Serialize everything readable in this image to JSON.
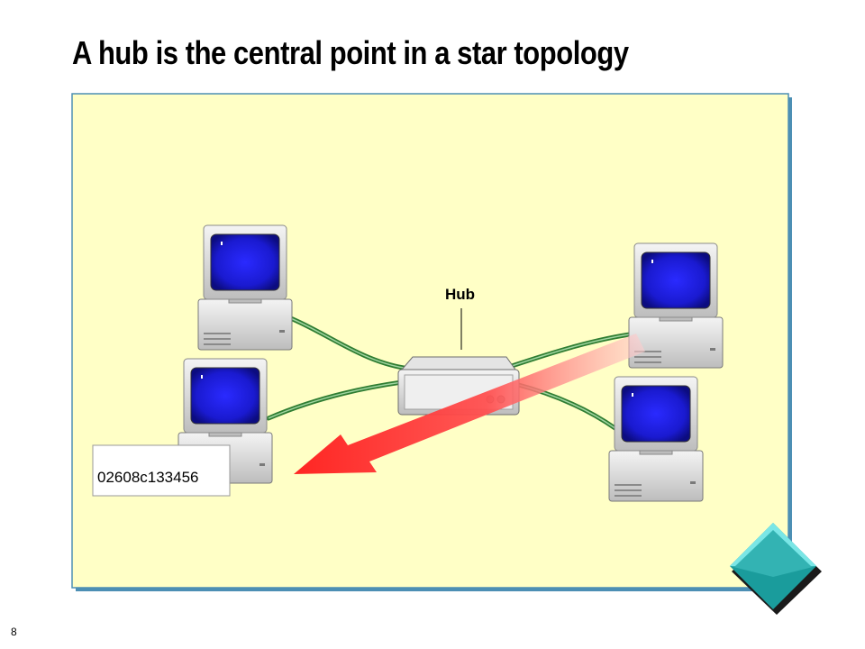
{
  "slide": {
    "title": "A hub is the central point in a star topology",
    "page_number": "8"
  },
  "diagram": {
    "hub_label": "Hub",
    "mac_address": "02608c133456",
    "colors": {
      "panel_fill": "#ffffc6",
      "panel_border": "#4c8fb4",
      "cable": "#2f7d32",
      "signal_arrow": "#ff2020",
      "screen": "#1c1ce0",
      "nav_diamond": "#1a9c9c"
    },
    "nodes": [
      "computer-top-left",
      "computer-bottom-left",
      "computer-top-right",
      "computer-bottom-right",
      "hub"
    ]
  }
}
